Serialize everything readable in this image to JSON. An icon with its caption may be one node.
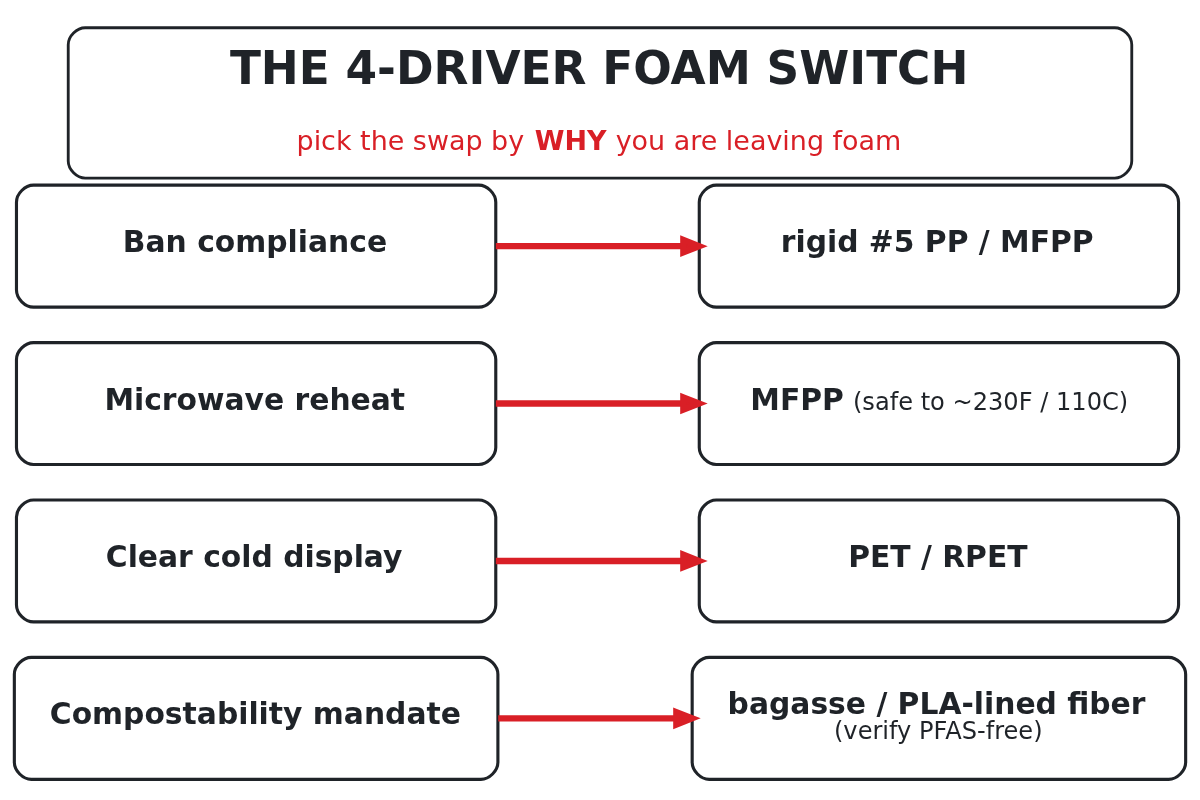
{
  "diagram": {
    "title": "THE 4-DRIVER FOAM SWITCH",
    "caption": "pick the swap by **WHY** you are leaving foam",
    "nodes": [
      {
        "text": [
          "Ban compliance"
        ]
      },
      {
        "text": [
          "rigid #5 PP / MFPP"
        ]
      },
      {
        "text": [
          "Microwave reheat"
        ]
      },
      {
        "text": [
          "**MFPP** (safe to ~230F / 110C)"
        ]
      },
      {
        "text": [
          "Clear cold display"
        ]
      },
      {
        "text": [
          "PET / RPET"
        ]
      },
      {
        "text": [
          "Compostability mandate"
        ]
      },
      {
        "text": [
          "bagasse / PLA-lined fiber",
          "(verify PFAS-free)"
        ]
      }
    ],
    "edges": [
      {
        "from": 0,
        "to": 1,
        "arrow": "to"
      },
      {
        "from": 2,
        "to": 3,
        "arrow": "to"
      },
      {
        "from": 4,
        "to": 5,
        "arrow": "to"
      },
      {
        "from": 6,
        "to": 7,
        "arrow": "to"
      }
    ]
  }
}
